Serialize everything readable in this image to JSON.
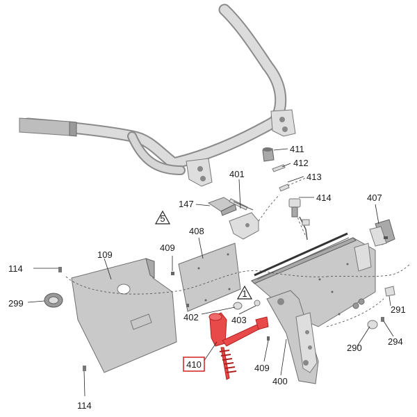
{
  "labels": {
    "p114a": "114",
    "p109": "109",
    "p299": "299",
    "p114b": "114",
    "p147": "147",
    "p401": "401",
    "p411": "411",
    "p412": "412",
    "p413": "413",
    "p414": "414",
    "p407": "407",
    "p408": "408",
    "p409a": "409",
    "p402": "402",
    "p403": "403",
    "p410": "410",
    "p409b": "409",
    "p400": "400",
    "p290": "290",
    "p291": "291",
    "p294": "294"
  },
  "notes": {
    "note5": "5",
    "note1": "1"
  },
  "colors": {
    "highlight": "#e84a4a",
    "highlight_box": "#d02020",
    "part_grey": "#c9c9c9"
  }
}
